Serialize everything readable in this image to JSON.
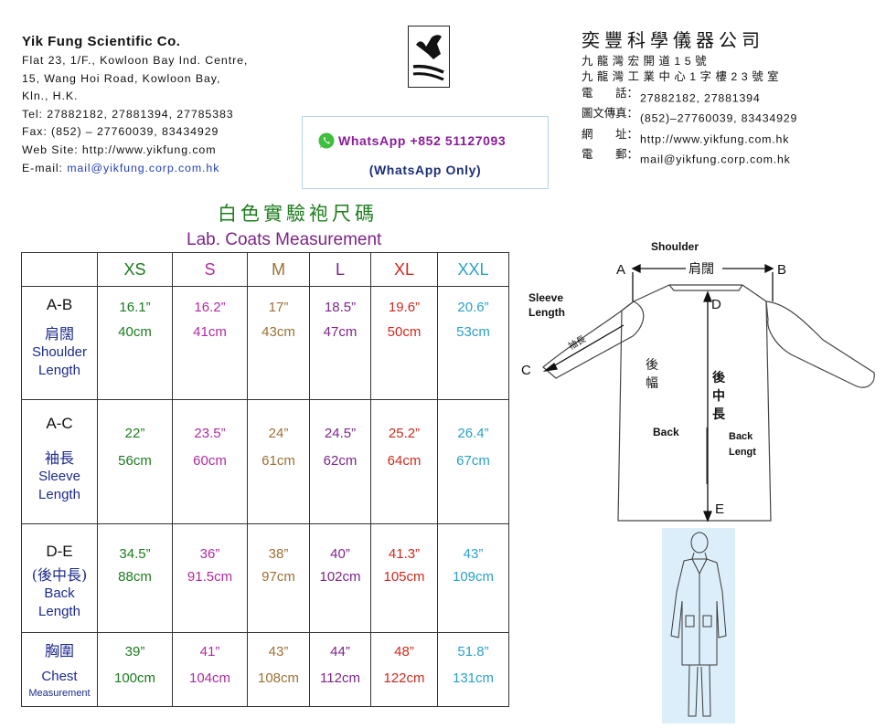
{
  "company_en": {
    "name": "Yik Fung Scientific Co.",
    "address_lines": [
      "Flat 23, 1/F., Kowloon Bay Ind. Centre,",
      "15, Wang Hoi Road, Kowloon Bay,",
      "Kln., H.K."
    ],
    "tel": "Tel: 27882182, 27881394, 27785383",
    "fax": "Fax: (852) – 27760039, 83434929",
    "web": "Web Site: http://www.yikfung.com",
    "email_label": "E-mail: ",
    "email": "mail@yikfung.corp.com.hk"
  },
  "whatsapp": {
    "text": "WhatsApp +852 51127093",
    "note": "(WhatsApp Only)"
  },
  "company_zh": {
    "name": "奕豐科學儀器公司",
    "address_1": "九龍灣宏開道15號",
    "address_2": "九龍灣工業中心1字樓23號室",
    "phone_label": "電　　話：",
    "phone": "27882182, 27881394",
    "fax_label": "圖文傳真：",
    "fax": "(852)–27760039, 83434929",
    "web_label": "網　　址：",
    "web": "http://www.yikfung.com.hk",
    "email_label": "電　　郵：",
    "email": "mail@yikfung.corp.com.hk"
  },
  "title_zh": "白色實驗袍尺碼",
  "title_en": "Lab. Coats Measurement",
  "table": {
    "sizes": [
      "XS",
      "S",
      "M",
      "L",
      "XL",
      "XXL"
    ],
    "rows": [
      {
        "code": "A-B",
        "zh": "肩闊",
        "en": [
          "Shoulder",
          "Length"
        ],
        "inch": [
          "16.1”",
          "16.2”",
          "17”",
          "18.5”",
          "19.6”",
          "20.6”"
        ],
        "cm": [
          "40cm",
          "41cm",
          "43cm",
          "47cm",
          "50cm",
          "53cm"
        ]
      },
      {
        "code": "A-C",
        "zh": "袖長",
        "en": [
          "Sleeve",
          "Length"
        ],
        "inch": [
          "22”",
          "23.5”",
          "24”",
          "24.5”",
          "25.2”",
          "26.4”"
        ],
        "cm": [
          "56cm",
          "60cm",
          "61cm",
          "62cm",
          "64cm",
          "67cm"
        ]
      },
      {
        "code": "D-E",
        "zh": "(後中長)",
        "en": [
          "Back",
          "Length"
        ],
        "inch": [
          "34.5”",
          "36”",
          "38”",
          "40”",
          "41.3”",
          "43”"
        ],
        "cm": [
          "88cm",
          "91.5cm",
          "97cm",
          "102cm",
          "105cm",
          "109cm"
        ]
      },
      {
        "code": "",
        "zh": "胸圍",
        "en": [
          "Chest"
        ],
        "en_small": "Measurement",
        "inch": [
          "39”",
          "41”",
          "43”",
          "44”",
          "48”",
          "51.8”"
        ],
        "cm": [
          "100cm",
          "104cm",
          "108cm",
          "112cm",
          "122cm",
          "131cm"
        ]
      }
    ]
  },
  "diagram": {
    "shoulder": "Shoulder",
    "shoulder_zh": "肩闊",
    "a": "A",
    "b": "B",
    "c": "C",
    "d": "D",
    "e": "E",
    "sleeve": [
      "Sleeve",
      "Length"
    ],
    "sleeve_zh": "袖長",
    "back_width_zh": [
      "後",
      "幅"
    ],
    "back_length_zh": [
      "後",
      "中",
      "長"
    ],
    "back": "Back",
    "back_length": [
      "Back",
      "Lengt"
    ]
  },
  "colors": {
    "xs": "#1c7b1f",
    "s": "#b02c9e",
    "m": "#9b7134",
    "l": "#7d2587",
    "xl": "#cf2a1e",
    "xxl": "#2aa1c9",
    "label_blue": "#1c2a8c",
    "title_green": "#1e7d1f",
    "title_purple": "#7d2587",
    "whatsapp_green": "#3fbf3f"
  }
}
